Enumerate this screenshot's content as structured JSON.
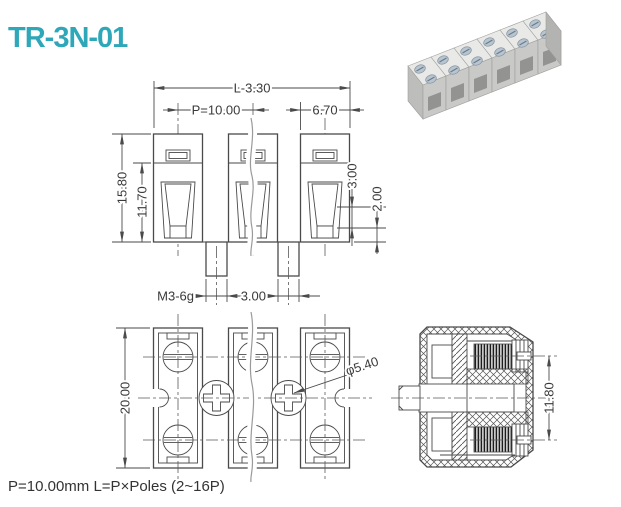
{
  "title": "TR-3N-01",
  "footer_note": "P=10.00mm  L=P×Poles (2~16P)",
  "colors": {
    "accent": "#2ea7b9",
    "line": "#4a4a4a",
    "note": "#333333"
  },
  "front_view": {
    "dim_total_length": "L-3.30",
    "dim_pitch": "P=10.00",
    "dim_pole_width": "6.70",
    "dim_total_height": "15.80",
    "dim_body_height": "11.70",
    "dim_hole_offset": "3.00",
    "dim_hole_bottom_offset": "2.00",
    "dim_pin_thread": "M3-6g",
    "dim_pin_width": "3.00"
  },
  "plan_view": {
    "dim_depth": "20.00",
    "dim_screw_head_dia": "φ5.40"
  },
  "section_view": {
    "dim_screw_spacing": "11.80"
  }
}
